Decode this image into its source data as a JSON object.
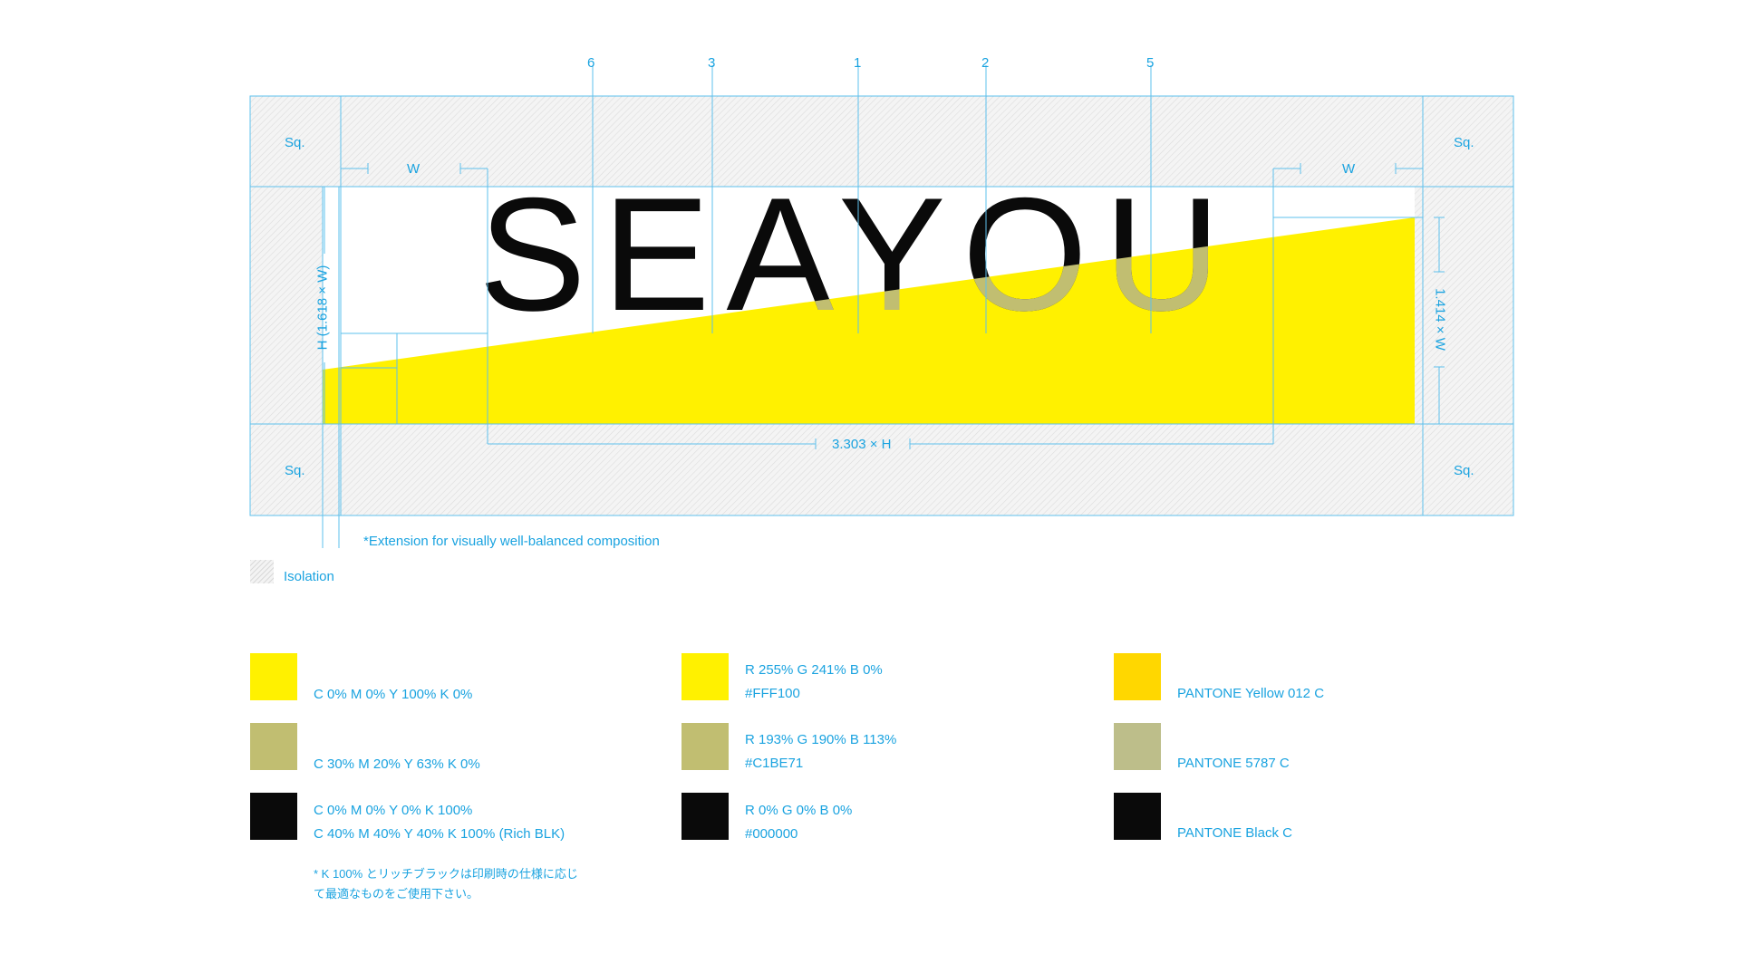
{
  "colors": {
    "accent": "#1aa3e0",
    "yellow": "#FFF100",
    "olive": "#C1BE71",
    "black": "#0a0a0a",
    "pantone_yellow": "#FFD700",
    "pantone_olive": "#BDBE8A"
  },
  "logo": {
    "wordmark": "SEAYOU"
  },
  "grid": {
    "column_labels": [
      "6",
      "3",
      "1",
      "2",
      "5"
    ],
    "corner_label": "Sq."
  },
  "dimensions": {
    "w_left": "W",
    "w_right": "W",
    "height_label": "H (1.618 × W)",
    "right_label": "1.414 × W",
    "bottom_label": "3.303 × H"
  },
  "notes": {
    "extension": "*Extension for visually well-balanced composition",
    "isolation": "Isolation",
    "jp_note_1": "* K 100% とリッチブラックは印刷時の仕様に応じ",
    "jp_note_2": "て最適なものをご使用下さい。"
  },
  "swatches": {
    "cmyk": {
      "yellow": "C 0%  M 0%  Y 100%  K 0%",
      "olive": "C 30%  M 20%  Y 63%  K 0%",
      "black_1": "C 0%  M 0%  Y 0%  K 100%",
      "black_2": "C 40%  M 40%  Y 40%  K 100% (Rich BLK)"
    },
    "rgb": {
      "yellow_rgb": "R 255%  G 241%  B 0%",
      "yellow_hex": "#FFF100",
      "olive_rgb": "R 193%  G 190%  B 113%",
      "olive_hex": "#C1BE71",
      "black_rgb": "R 0%  G 0%  B 0%",
      "black_hex": "#000000"
    },
    "pantone": {
      "yellow": "PANTONE Yellow 012 C",
      "olive": "PANTONE 5787 C",
      "black": "PANTONE Black C"
    }
  }
}
